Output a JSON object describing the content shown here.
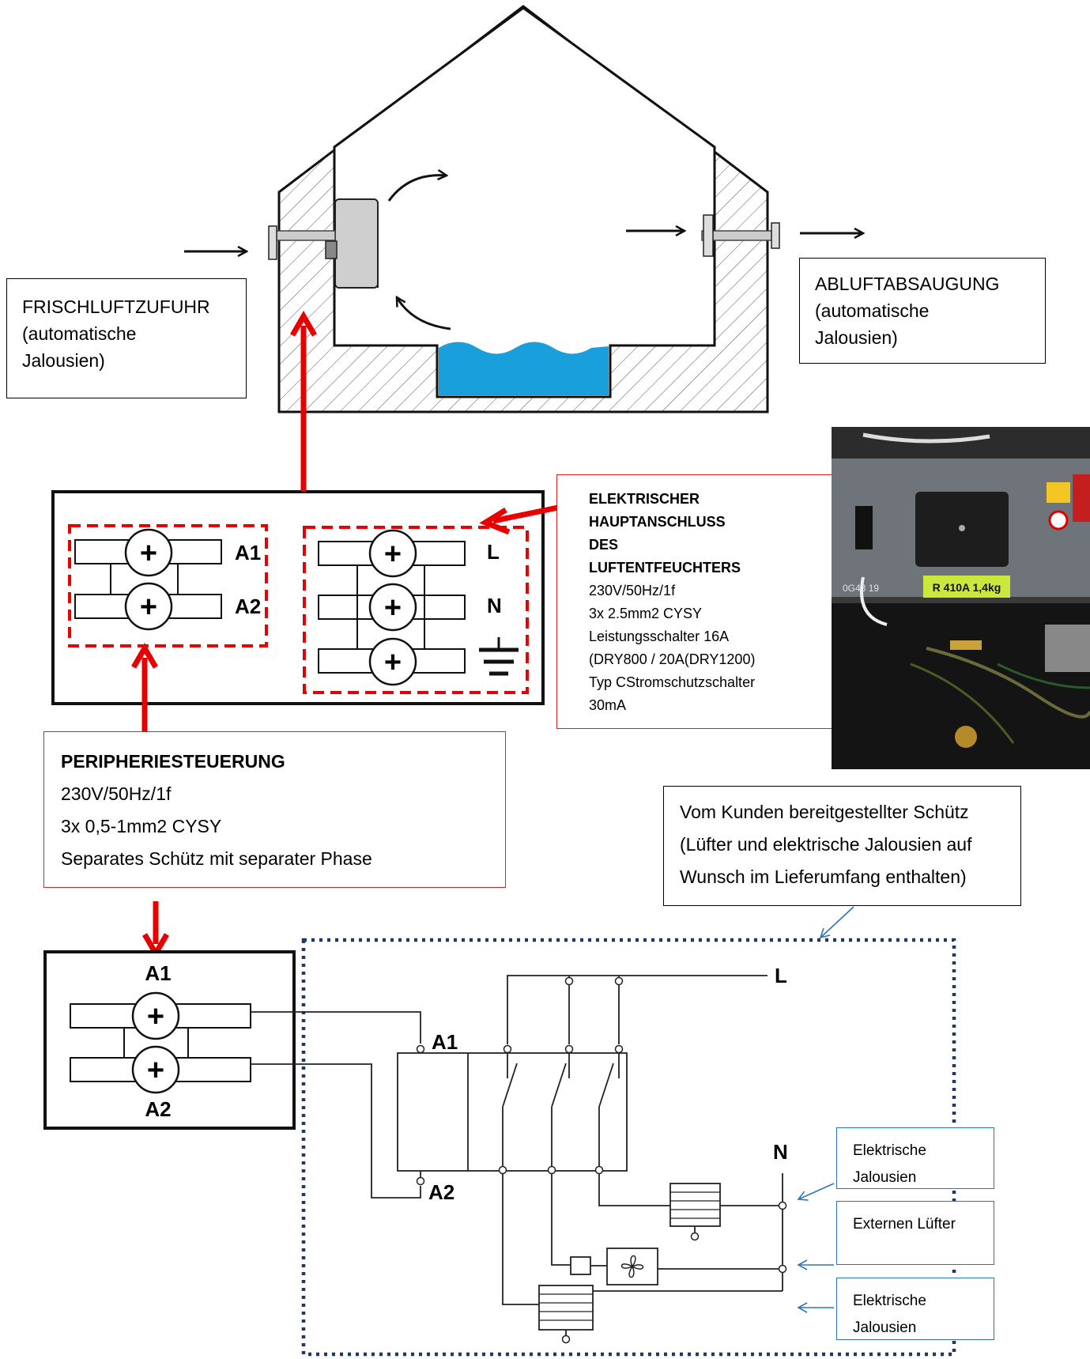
{
  "fresh_air_box": {
    "lines": [
      "FRISCHLUFTZUFUHR",
      "(automatische",
      "Jalousien)"
    ]
  },
  "exhaust_box": {
    "lines": [
      "ABLUFTABSAUGUNG",
      "(automatische",
      "Jalousien)"
    ]
  },
  "terminal_block_top": {
    "left_labels": [
      "A1",
      "A2"
    ],
    "right_labels": [
      "L",
      "N"
    ]
  },
  "main_connection_box": {
    "bold_lines": [
      "ELEKTRISCHER",
      "HAUPTANSCHLUSS",
      "DES",
      "LUFTENTFEUCHTERS"
    ],
    "lines": [
      "230V/50Hz/1f",
      "3x 2.5mm2 CYSY",
      "Leistungsschalter 16A",
      "(DRY800 / 20A(DRY1200)",
      "Typ CStromschutzschalter",
      "30mA"
    ]
  },
  "photo": {
    "label_text": "R 410A 1,4kg",
    "serial_fragment": "0G43 19"
  },
  "peripheral_box": {
    "title": "PERIPHERIESTEUERUNG",
    "lines": [
      "230V/50Hz/1f",
      "3x 0,5-1mm2 CYSY",
      "Separates Schütz mit separater Phase"
    ]
  },
  "contactor_note": {
    "lines": [
      "Vom Kunden bereitgestellter Schütz",
      "(Lüfter und elektrische Jalousien auf",
      "Wunsch im Lieferumfang enthalten)"
    ]
  },
  "terminal_block_bottom": {
    "top_label": "A1",
    "bottom_label": "A2"
  },
  "schematic": {
    "label_L": "L",
    "label_N": "N",
    "label_A1": "A1",
    "label_A2": "A2"
  },
  "load_labels": {
    "jalousien_1": [
      "Elektrische",
      "Jalousien"
    ],
    "luefter": [
      "Externen Lüfter"
    ],
    "jalousien_2": [
      "Elektrische",
      "Jalousien"
    ]
  },
  "colors": {
    "red_arrow": "#e80000",
    "water": "#1a9fdd",
    "blue_box": "#2f75b5",
    "navy_dots": "#1f3864"
  }
}
